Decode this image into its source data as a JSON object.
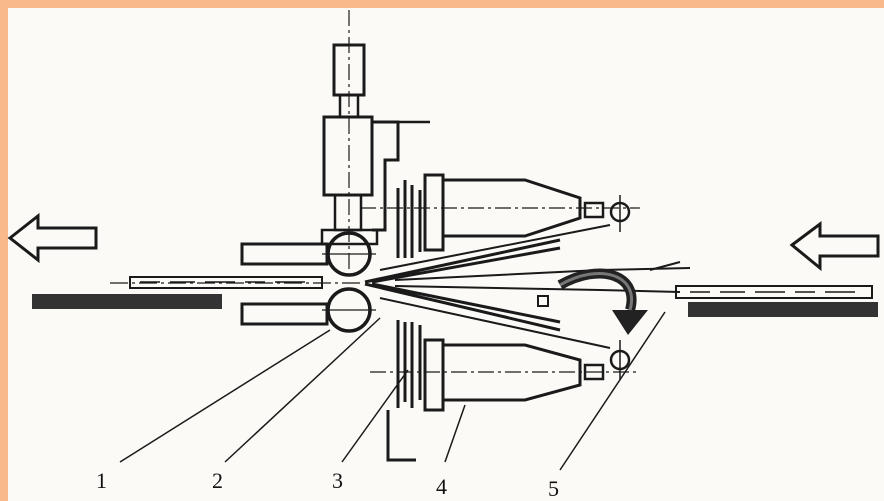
{
  "diagram": {
    "labels": [
      "1",
      "2",
      "3",
      "4",
      "5"
    ],
    "arrows": [
      "left-arrow-icon",
      "left-arrow-icon"
    ],
    "rotation": "curved-arrow-icon"
  }
}
